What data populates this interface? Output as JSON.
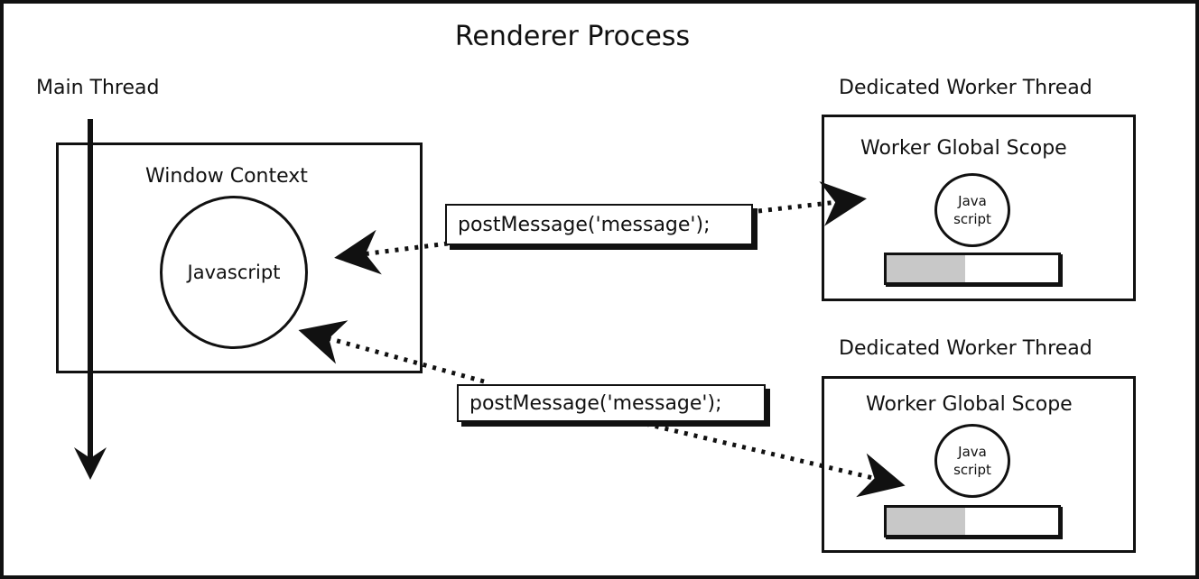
{
  "diagram": {
    "title": "Renderer Process",
    "main_thread": {
      "label": "Main Thread",
      "window_context": {
        "title": "Window Context",
        "javascript_label": "Javascript"
      }
    },
    "messages": [
      {
        "text": "postMessage('message');"
      },
      {
        "text": "postMessage('message');"
      }
    ],
    "workers": [
      {
        "thread_label": "Dedicated Worker Thread",
        "scope_title": "Worker Global Scope",
        "js_line1": "Java",
        "js_line2": "script",
        "progress": 0.46
      },
      {
        "thread_label": "Dedicated Worker Thread",
        "scope_title": "Worker Global Scope",
        "js_line1": "Java",
        "js_line2": "script",
        "progress": 0.46
      }
    ]
  }
}
